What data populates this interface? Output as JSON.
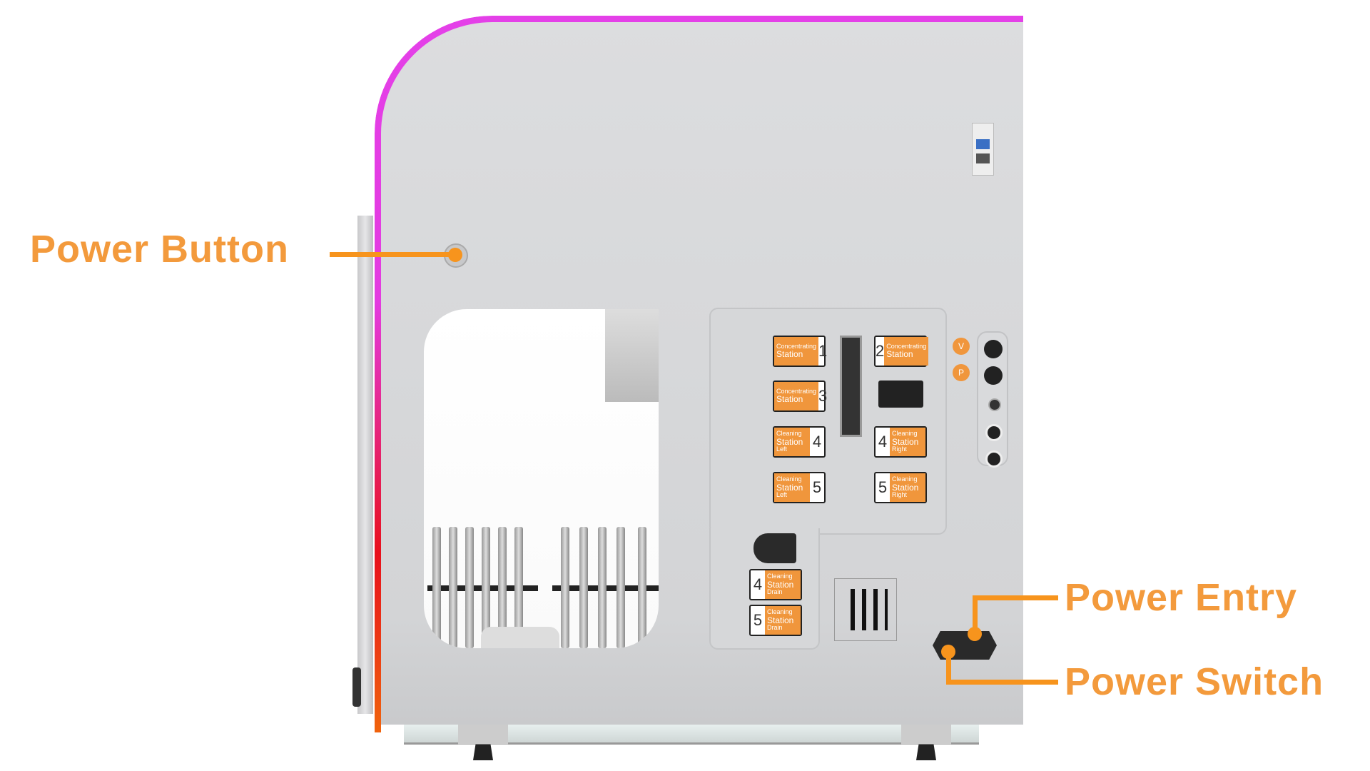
{
  "labels": {
    "power_button": "Power Button",
    "power_entry": "Power Entry",
    "power_switch": "Power Switch"
  },
  "indicators": {
    "v": "V",
    "p": "P"
  },
  "stations": [
    {
      "title": "Concentrating",
      "name": "Station",
      "number": "1",
      "sub": ""
    },
    {
      "title": "Concentrating",
      "name": "Station",
      "number": "2",
      "sub": ""
    },
    {
      "title": "Concentrating",
      "name": "Station",
      "number": "3",
      "sub": ""
    },
    {
      "title": "Cleaning",
      "name": "Station",
      "number": "4",
      "sub": "Left"
    },
    {
      "title": "Cleaning",
      "name": "Station",
      "number": "4",
      "sub": "Right"
    },
    {
      "title": "Cleaning",
      "name": "Station",
      "number": "5",
      "sub": "Left"
    },
    {
      "title": "Cleaning",
      "name": "Station",
      "number": "5",
      "sub": "Right"
    },
    {
      "title": "Cleaning",
      "name": "Station",
      "number": "4",
      "sub": "Drain"
    },
    {
      "title": "Cleaning",
      "name": "Station",
      "number": "5",
      "sub": "Drain"
    }
  ],
  "colors": {
    "accent": "#f39a3c",
    "edge_top": "#e440e8",
    "edge_bottom": "#f0630c"
  }
}
